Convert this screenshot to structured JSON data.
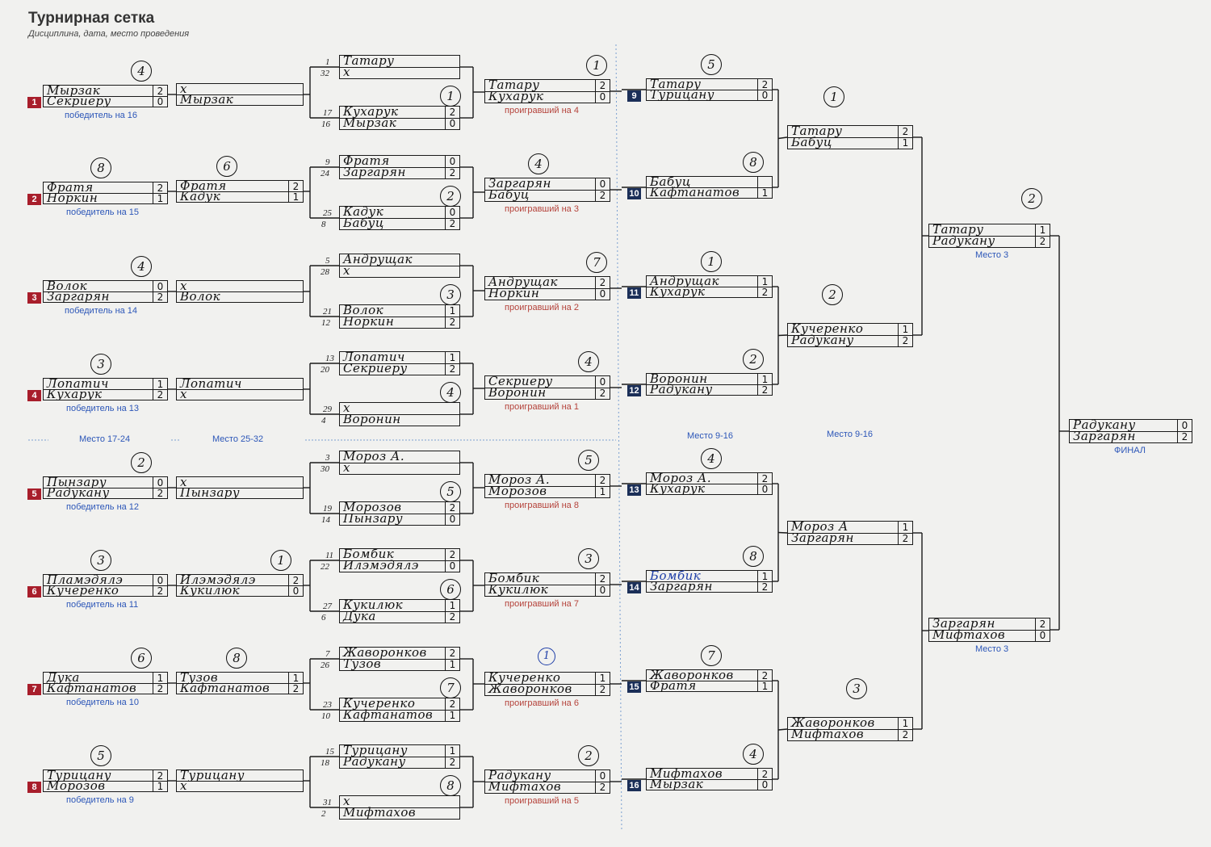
{
  "header": {
    "title": "Турнирная сетка",
    "subtitle": "Дисциплина, дата, место проведения"
  },
  "sections": {
    "upper_left": "Место 17-24",
    "upper_mid": "Место 25-32",
    "upper_right": "Место 9-16",
    "upper_far": "Место 9-16",
    "final_label": "ФИНАЛ",
    "third_label": "Место 3"
  },
  "bracket": [
    {
      "badge": "1",
      "p1": "Мырзак",
      "s1": "2",
      "p2": "Секриеру",
      "s2": "0",
      "note": "победитель на 16",
      "mark": "4"
    },
    {
      "badge": "2",
      "p1": "Фратя",
      "s1": "2",
      "p2": "Норкин",
      "s2": "1",
      "note": "победитель на 15",
      "mark": "8"
    },
    {
      "badge": "3",
      "p1": "Волок",
      "s1": "0",
      "p2": "Заргарян",
      "s2": "2",
      "note": "победитель на 14",
      "mark": "4"
    },
    {
      "badge": "4",
      "p1": "Лопатич",
      "s1": "1",
      "p2": "Кухарук",
      "s2": "2",
      "note": "победитель на 13",
      "mark": "3"
    },
    {
      "badge": "5",
      "p1": "Пынзару",
      "s1": "0",
      "p2": "Радукану",
      "s2": "2",
      "note": "победитель на 12",
      "mark": "2"
    },
    {
      "badge": "6",
      "p1": "Пламэдялэ",
      "s1": "0",
      "p2": "Кучеренко",
      "s2": "2",
      "note": "победитель на 11",
      "mark": "3"
    },
    {
      "badge": "7",
      "p1": "Дука",
      "s1": "1",
      "p2": "Кафтанатов",
      "s2": "2",
      "note": "победитель на 10",
      "mark": "6"
    },
    {
      "badge": "8",
      "p1": "Турицану",
      "s1": "2",
      "p2": "Морозов",
      "s2": "1",
      "note": "победитель на 9",
      "mark": "5"
    }
  ],
  "col2": [
    {
      "p1": "х",
      "p2": "Мырзак",
      "s1": "",
      "s2": "",
      "mark": ""
    },
    {
      "p1": "Фратя",
      "p2": "Кадук",
      "s1": "2",
      "s2": "1",
      "mark": "6"
    },
    {
      "p1": "х",
      "p2": "Волок",
      "s1": "",
      "s2": "",
      "mark": ""
    },
    {
      "p1": "Лопатич",
      "p2": "х",
      "s1": "",
      "s2": "",
      "mark": ""
    },
    {
      "p1": "х",
      "p2": "Пынзару",
      "s1": "",
      "s2": "",
      "mark": ""
    },
    {
      "p1": "Илэмэдялэ",
      "p2": "Кукилюк",
      "s1": "2",
      "s2": "0",
      "mark": "1"
    },
    {
      "p1": "Тузов",
      "p2": "Кафтанатов",
      "s1": "1",
      "s2": "2",
      "mark": "8"
    },
    {
      "p1": "Турицану",
      "p2": "х",
      "s1": "",
      "s2": "",
      "mark": ""
    }
  ],
  "col3": [
    {
      "n1": "1",
      "p1": "Татару",
      "n2": "32",
      "p2": "х",
      "n3": "17",
      "p3": "Кухарук",
      "s3": "2",
      "n4": "16",
      "p4": "Мырзак",
      "s4": "0",
      "mark": "1"
    },
    {
      "n1": "9",
      "p1": "Фратя",
      "s1": "0",
      "n2": "24",
      "p2": "Заргарян",
      "s2": "2",
      "n3": "25",
      "p3": "Кадук",
      "s3": "0",
      "n4": "8",
      "p4": "Бабуц",
      "s4": "2",
      "mark": "2"
    },
    {
      "n1": "5",
      "p1": "Андрущак",
      "n2": "28",
      "p2": "х",
      "n3": "21",
      "p3": "Волок",
      "s3": "1",
      "n4": "12",
      "p4": "Норкин",
      "s4": "2",
      "mark": "3"
    },
    {
      "n1": "13",
      "p1": "Лопатич",
      "s1": "1",
      "n2": "20",
      "p2": "Секриеру",
      "s2": "2",
      "n3": "29",
      "p3": "х",
      "n4": "4",
      "p4": "Воронин",
      "mark": "4"
    },
    {
      "n1": "3",
      "p1": "Мороз А.",
      "n2": "30",
      "p2": "х",
      "n3": "19",
      "p3": "Морозов",
      "s3": "2",
      "n4": "14",
      "p4": "Пынзару",
      "s4": "0",
      "mark": "5"
    },
    {
      "n1": "11",
      "p1": "Бомбик",
      "s1": "2",
      "n2": "22",
      "p2": "Илэмэдялэ",
      "s2": "0",
      "n3": "27",
      "p3": "Кукилюк",
      "s3": "1",
      "n4": "6",
      "p4": "Дука",
      "s4": "2",
      "mark": "6"
    },
    {
      "n1": "7",
      "p1": "Жаворонков",
      "s1": "2",
      "n2": "26",
      "p2": "Тузов",
      "s2": "1",
      "n3": "23",
      "p3": "Кучеренко",
      "s3": "2",
      "n4": "10",
      "p4": "Кафтанатов",
      "s4": "1",
      "mark": "7"
    },
    {
      "n1": "15",
      "p1": "Турицану",
      "s1": "1",
      "n2": "18",
      "p2": "Радукану",
      "s2": "2",
      "n3": "31",
      "p3": "х",
      "n4": "2",
      "p4": "Мифтахов",
      "mark": "8"
    }
  ],
  "col4": [
    {
      "p1": "Татару",
      "s1": "2",
      "p2": "Кухарук",
      "s2": "0",
      "note": "проигравший на 4",
      "mark": "1"
    },
    {
      "p1": "Заргарян",
      "s1": "0",
      "p2": "Бабуц",
      "s2": "2",
      "note": "проигравший на 3",
      "mark": "4"
    },
    {
      "p1": "Андрущак",
      "s1": "2",
      "p2": "Норкин",
      "s2": "0",
      "note": "проигравший на 2",
      "mark": "7"
    },
    {
      "p1": "Секриеру",
      "s1": "0",
      "p2": "Воронин",
      "s2": "2",
      "note": "проигравший на 1",
      "mark": "4"
    },
    {
      "p1": "Мороз А.",
      "s1": "2",
      "p2": "Морозов",
      "s2": "1",
      "note": "проигравший на 8",
      "mark": "5"
    },
    {
      "p1": "Бомбик",
      "s1": "2",
      "p2": "Кукилюк",
      "s2": "0",
      "note": "проигравший на 7",
      "mark": "3"
    },
    {
      "p1": "Кучеренко",
      "s1": "1",
      "p2": "Жаворонков",
      "s2": "2",
      "note": "проигравший на 6",
      "mark": "1"
    },
    {
      "p1": "Радукану",
      "s1": "0",
      "p2": "Мифтахов",
      "s2": "2",
      "note": "проигравший на 5",
      "mark": "2"
    }
  ],
  "col5": [
    {
      "badge": "9",
      "p1": "Татару",
      "s1": "2",
      "p2": "Турицану",
      "s2": "0",
      "mark": "5"
    },
    {
      "badge": "10",
      "p1": "Бабуц",
      "s1": "",
      "p2": "Кафтанатов",
      "s2": "1",
      "mark": "8"
    },
    {
      "badge": "11",
      "p1": "Андрущак",
      "s1": "1",
      "p2": "Кухарук",
      "s2": "2",
      "mark": "1"
    },
    {
      "badge": "12",
      "p1": "Воронин",
      "s1": "1",
      "p2": "Радукану",
      "s2": "2",
      "mark": "2"
    },
    {
      "badge": "13",
      "p1": "Мороз А.",
      "s1": "2",
      "p2": "Кухарук",
      "s2": "0",
      "mark": "4"
    },
    {
      "badge": "14",
      "p1": "Бомбик",
      "s1": "1",
      "p2": "Заргарян",
      "s2": "2",
      "mark": "8"
    },
    {
      "badge": "15",
      "p1": "Жаворонков",
      "s1": "2",
      "p2": "Фратя",
      "s2": "1",
      "mark": "7"
    },
    {
      "badge": "16",
      "p1": "Мифтахов",
      "s1": "2",
      "p2": "Мырзак",
      "s2": "0",
      "mark": "4"
    }
  ],
  "col6": [
    {
      "p1": "Татару",
      "s1": "2",
      "p2": "Бабуц",
      "s2": "1",
      "mark": "1"
    },
    {
      "p1": "Кучеренко",
      "s1": "1",
      "p2": "Радукану",
      "s2": "2",
      "mark": "2"
    },
    {
      "p1": "Мороз А",
      "s1": "1",
      "p2": "Заргарян",
      "s2": "2",
      "mark": ""
    },
    {
      "p1": "Жаворонков",
      "s1": "1",
      "p2": "Мифтахов",
      "s2": "2",
      "mark": "3"
    }
  ],
  "col7": [
    {
      "p1": "Татару",
      "s1": "1",
      "p2": "Радукану",
      "s2": "2",
      "note": "Место 3",
      "mark": "2"
    },
    {
      "p1": "Заргарян",
      "s1": "2",
      "p2": "Мифтахов",
      "s2": "0",
      "note": "Место 3",
      "mark": ""
    }
  ],
  "final": {
    "p1": "Радукану",
    "s1": "0",
    "p2": "Заргарян",
    "s2": "2"
  }
}
